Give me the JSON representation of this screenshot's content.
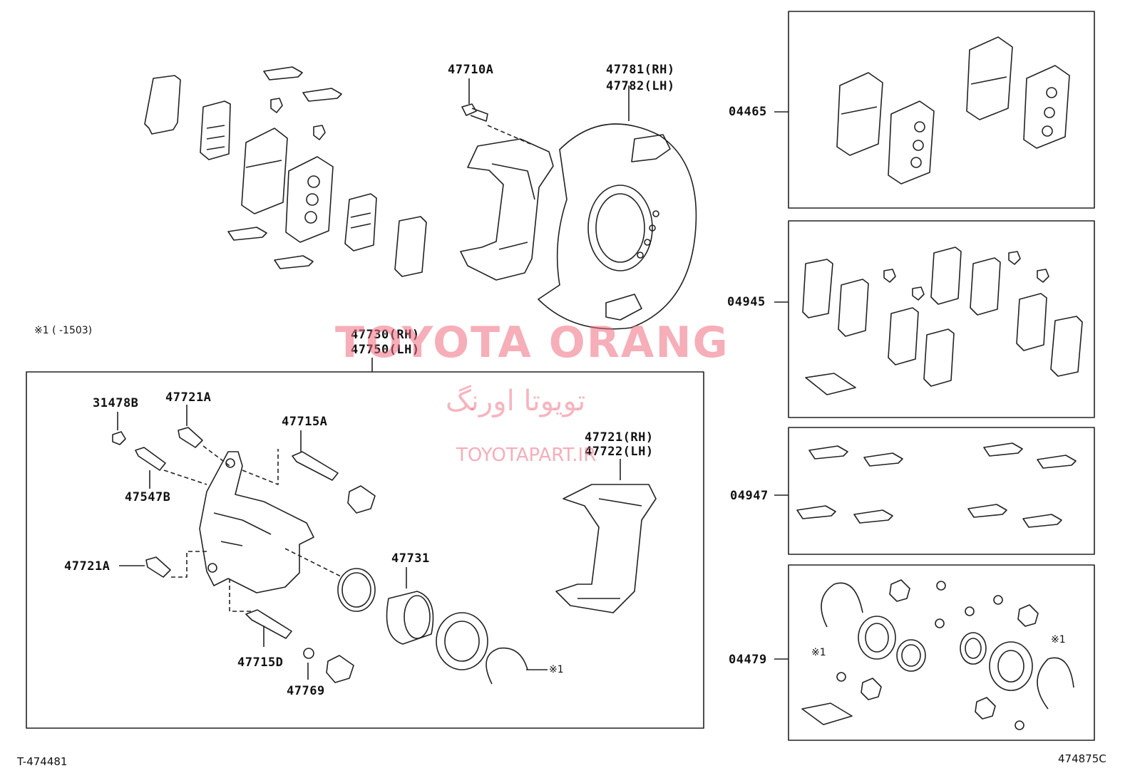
{
  "labels": {
    "p47710A": "47710A",
    "p47781": "47781(RH)",
    "p47782": "47782(LH)",
    "p47730": "47730(RH)",
    "p47750": "47750(LH)",
    "p31478B": "31478B",
    "p47721A_top": "47721A",
    "p47715A": "47715A",
    "p47547B": "47547B",
    "p47721": "47721(RH)",
    "p47722": "47722(LH)",
    "p47721A_left": "47721A",
    "p47731": "47731",
    "p47715D": "47715D",
    "p47769": "47769",
    "star1_caliper": "※1",
    "p04465": "04465",
    "p04945": "04945",
    "p04947": "04947",
    "p04479": "04479",
    "star1_kit_left": "※1",
    "star1_kit_right": "※1"
  },
  "note": "※1 (        -1503)",
  "watermark": {
    "brand": "TOYOTA ORANG",
    "persian": "تویوتا اورنگ",
    "site": "TOYOTAPART.IR"
  },
  "codes": {
    "left": "T-474481",
    "right": "474875C"
  }
}
